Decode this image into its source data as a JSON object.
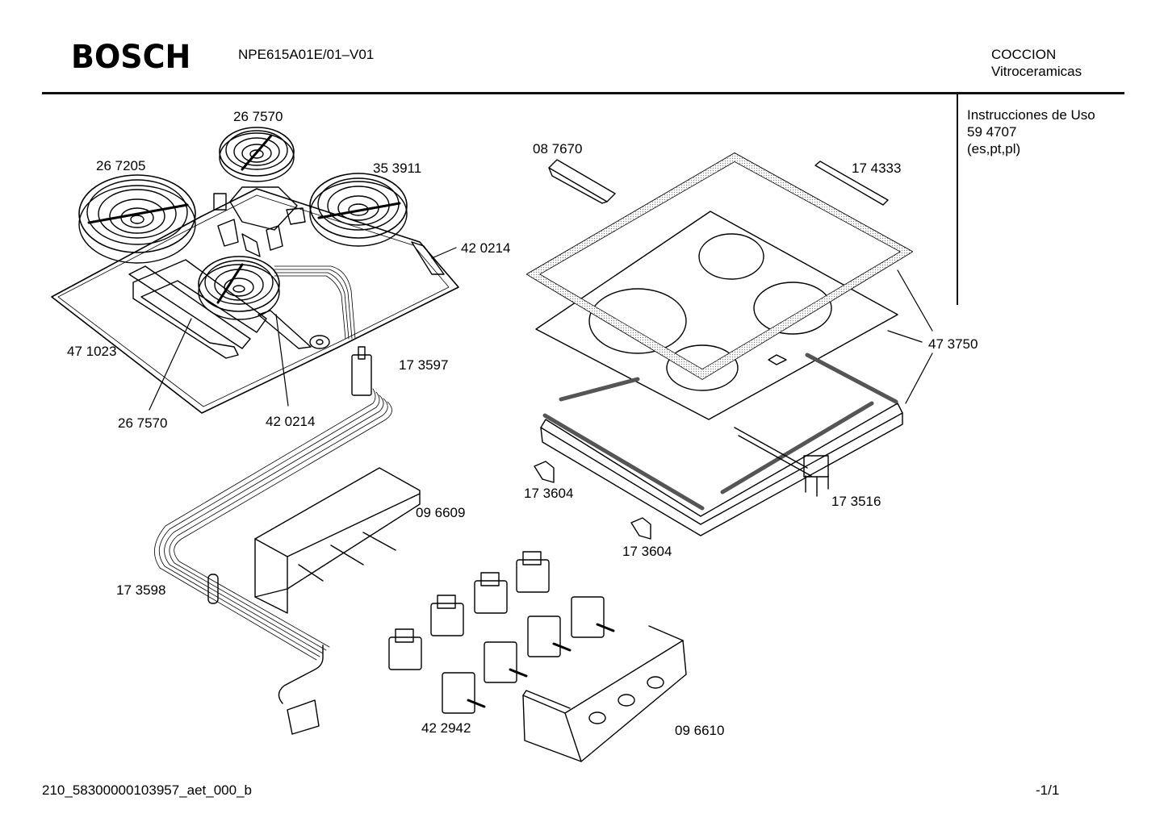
{
  "header": {
    "brand": "BOSCH",
    "model": "NPE615A01E/01–V01",
    "category_line1": "COCCION",
    "category_line2": "Vitroceramicas"
  },
  "sidebar": {
    "doc_title": "Instrucciones de Uso",
    "doc_number": "59 4707",
    "languages": "(es,pt,pl)"
  },
  "parts": [
    {
      "id": "p1",
      "number": "26 7570",
      "desc": "small radiant heating element (rear)"
    },
    {
      "id": "p2",
      "number": "26 7205",
      "desc": "large radiant heating element"
    },
    {
      "id": "p3",
      "number": "35 3911",
      "desc": "radiant heating element (right)"
    },
    {
      "id": "p4",
      "number": "42 0214",
      "desc": "spring clip (right)"
    },
    {
      "id": "p5",
      "number": "47 1023",
      "desc": "base plate"
    },
    {
      "id": "p6",
      "number": "26 7570",
      "desc": "small radiant heating element (front)"
    },
    {
      "id": "p7",
      "number": "42 0214",
      "desc": "spring clip (front)"
    },
    {
      "id": "p8",
      "number": "17 3597",
      "desc": "wiring connector"
    },
    {
      "id": "p9",
      "number": "08 7670",
      "desc": "fixing bracket"
    },
    {
      "id": "p10",
      "number": "17 4333",
      "desc": "seal strip"
    },
    {
      "id": "p11",
      "number": "47 3750",
      "desc": "ceramic hob top with frame"
    },
    {
      "id": "p12",
      "number": "17 3604",
      "desc": "clamp (left)"
    },
    {
      "id": "p13",
      "number": "17 3516",
      "desc": "frame assembly"
    },
    {
      "id": "p14",
      "number": "17 3604",
      "desc": "clamp (front)"
    },
    {
      "id": "p15",
      "number": "09 6609",
      "desc": "cover"
    },
    {
      "id": "p16",
      "number": "17 3598",
      "desc": "cable harness"
    },
    {
      "id": "p17",
      "number": "42 2942",
      "desc": "energy regulator"
    },
    {
      "id": "p18",
      "number": "09 6610",
      "desc": "control panel bracket"
    }
  ],
  "footer": {
    "doc_code": "210_58300000103957_aet_000_b",
    "page": "-1/1"
  }
}
